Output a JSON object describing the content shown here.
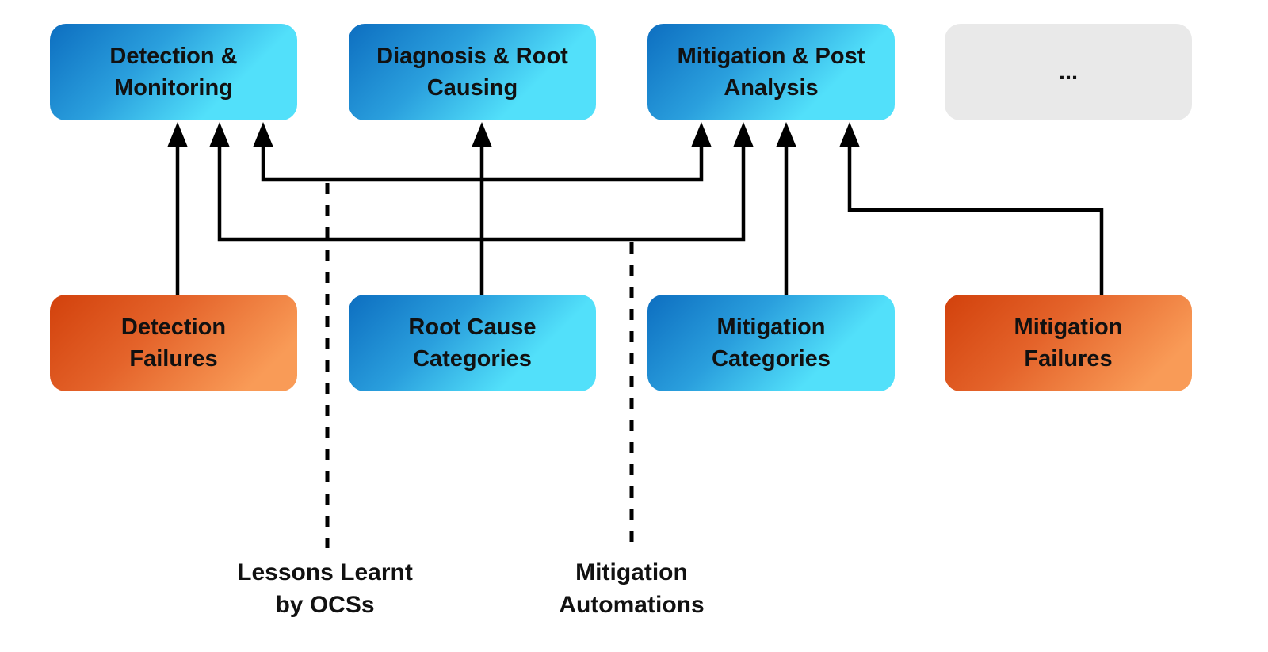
{
  "diagram": {
    "top_row": [
      {
        "id": "detection-monitoring",
        "label": "Detection &\nMonitoring",
        "style": "blue"
      },
      {
        "id": "diagnosis-root-causing",
        "label": "Diagnosis & Root\nCausing",
        "style": "blue"
      },
      {
        "id": "mitigation-post-analysis",
        "label": "Mitigation & Post\nAnalysis",
        "style": "blue"
      },
      {
        "id": "ellipsis",
        "label": "...",
        "style": "gray"
      }
    ],
    "bottom_row": [
      {
        "id": "detection-failures",
        "label": "Detection\nFailures",
        "style": "orange"
      },
      {
        "id": "root-cause-categories",
        "label": "Root Cause\nCategories",
        "style": "blue"
      },
      {
        "id": "mitigation-categories",
        "label": "Mitigation\nCategories",
        "style": "blue"
      },
      {
        "id": "mitigation-failures",
        "label": "Mitigation\nFailures",
        "style": "orange"
      }
    ],
    "annotations": [
      {
        "id": "lessons-learnt",
        "label": "Lessons Learnt\nby OCSs"
      },
      {
        "id": "mitigation-automations",
        "label": "Mitigation\nAutomations"
      }
    ],
    "edges": [
      {
        "from": "detection-failures",
        "to": "detection-monitoring"
      },
      {
        "from": "root-cause-categories",
        "to": "diagnosis-root-causing"
      },
      {
        "from": "mitigation-categories",
        "to": "mitigation-post-analysis"
      },
      {
        "from": "mitigation-failures",
        "to": "mitigation-post-analysis"
      },
      {
        "from": "lessons-learnt-dashed-line",
        "to": "detection-monitoring + mitigation-post-analysis"
      },
      {
        "from": "mitigation-automations-dashed-line",
        "to": "detection-monitoring + mitigation-post-analysis"
      }
    ],
    "colors": {
      "blue_start": "#0d6ec0",
      "blue_mid": "#2a9fdd",
      "blue_end": "#52e0fa",
      "orange_start": "#d2410c",
      "orange_mid": "#e4632a",
      "orange_end": "#f99b57",
      "gray": "#e9e9e9",
      "line": "#000000",
      "text": "#111111"
    }
  }
}
